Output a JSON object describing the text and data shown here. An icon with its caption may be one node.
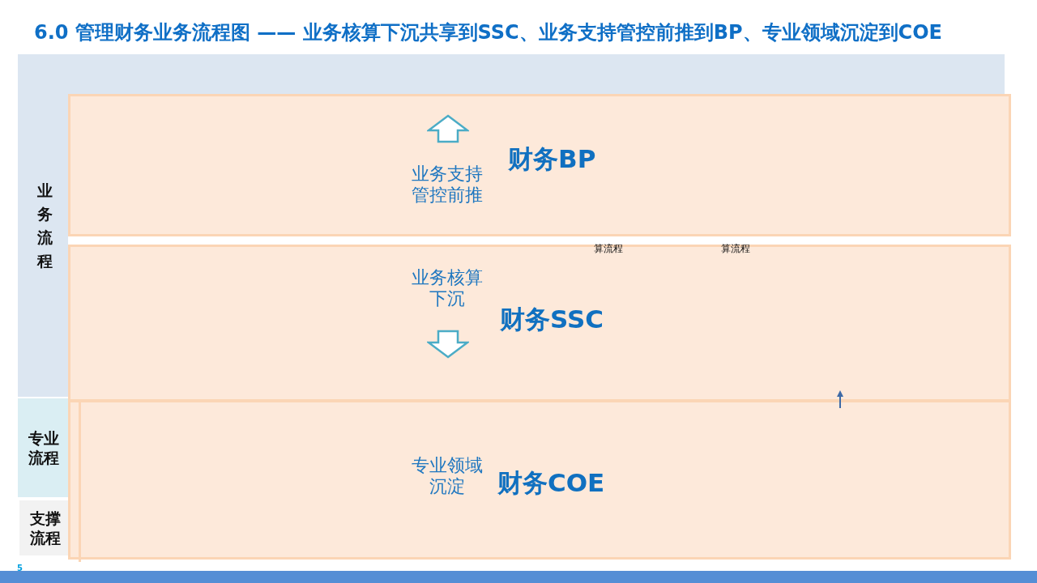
{
  "diagram": {
    "title": "6.0 管理财务业务流程图 —— 业务核算下沉共享到SSC、业务支持管控前推到BP、专业领域沉淀到COE",
    "nodes": [
      {
        "text": [
          "业务流程"
        ]
      },
      {
        "text": [
          "专业流程"
        ]
      },
      {
        "text": [
          "支撑流程"
        ]
      },
      {
        "text": [
          "业务支持管控前推",
          "财务BP"
        ]
      },
      {
        "text": [
          "业务核算下沉",
          "财务SSC"
        ]
      },
      {
        "text": [
          "专业领域沉淀",
          "财务COE"
        ]
      },
      {
        "text": [],
        "shape": "arrow"
      }
    ],
    "edges": [],
    "labels": [
      "算流程",
      "算流程",
      "5"
    ]
  }
}
